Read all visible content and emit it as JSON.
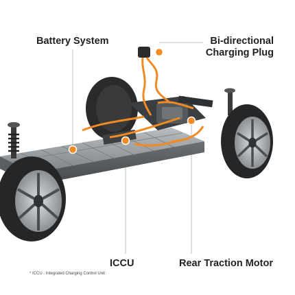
{
  "labels": {
    "battery_system": "Battery System",
    "charging_plug_line1": "Bi-directional",
    "charging_plug_line2": "Charging Plug",
    "iccu": "ICCU",
    "rear_traction_motor": "Rear Traction Motor"
  },
  "footnote": "* ICCU : Integrated Charging Control Unit",
  "colors": {
    "accent": "#f08a24",
    "text": "#222222",
    "battery": "#8c9296",
    "tire": "#2a2a2a"
  },
  "icons": [
    "tire-icon",
    "wheel-rim-icon",
    "battery-pack-icon",
    "charging-plug-icon",
    "motor-icon",
    "marker-dot-icon"
  ]
}
